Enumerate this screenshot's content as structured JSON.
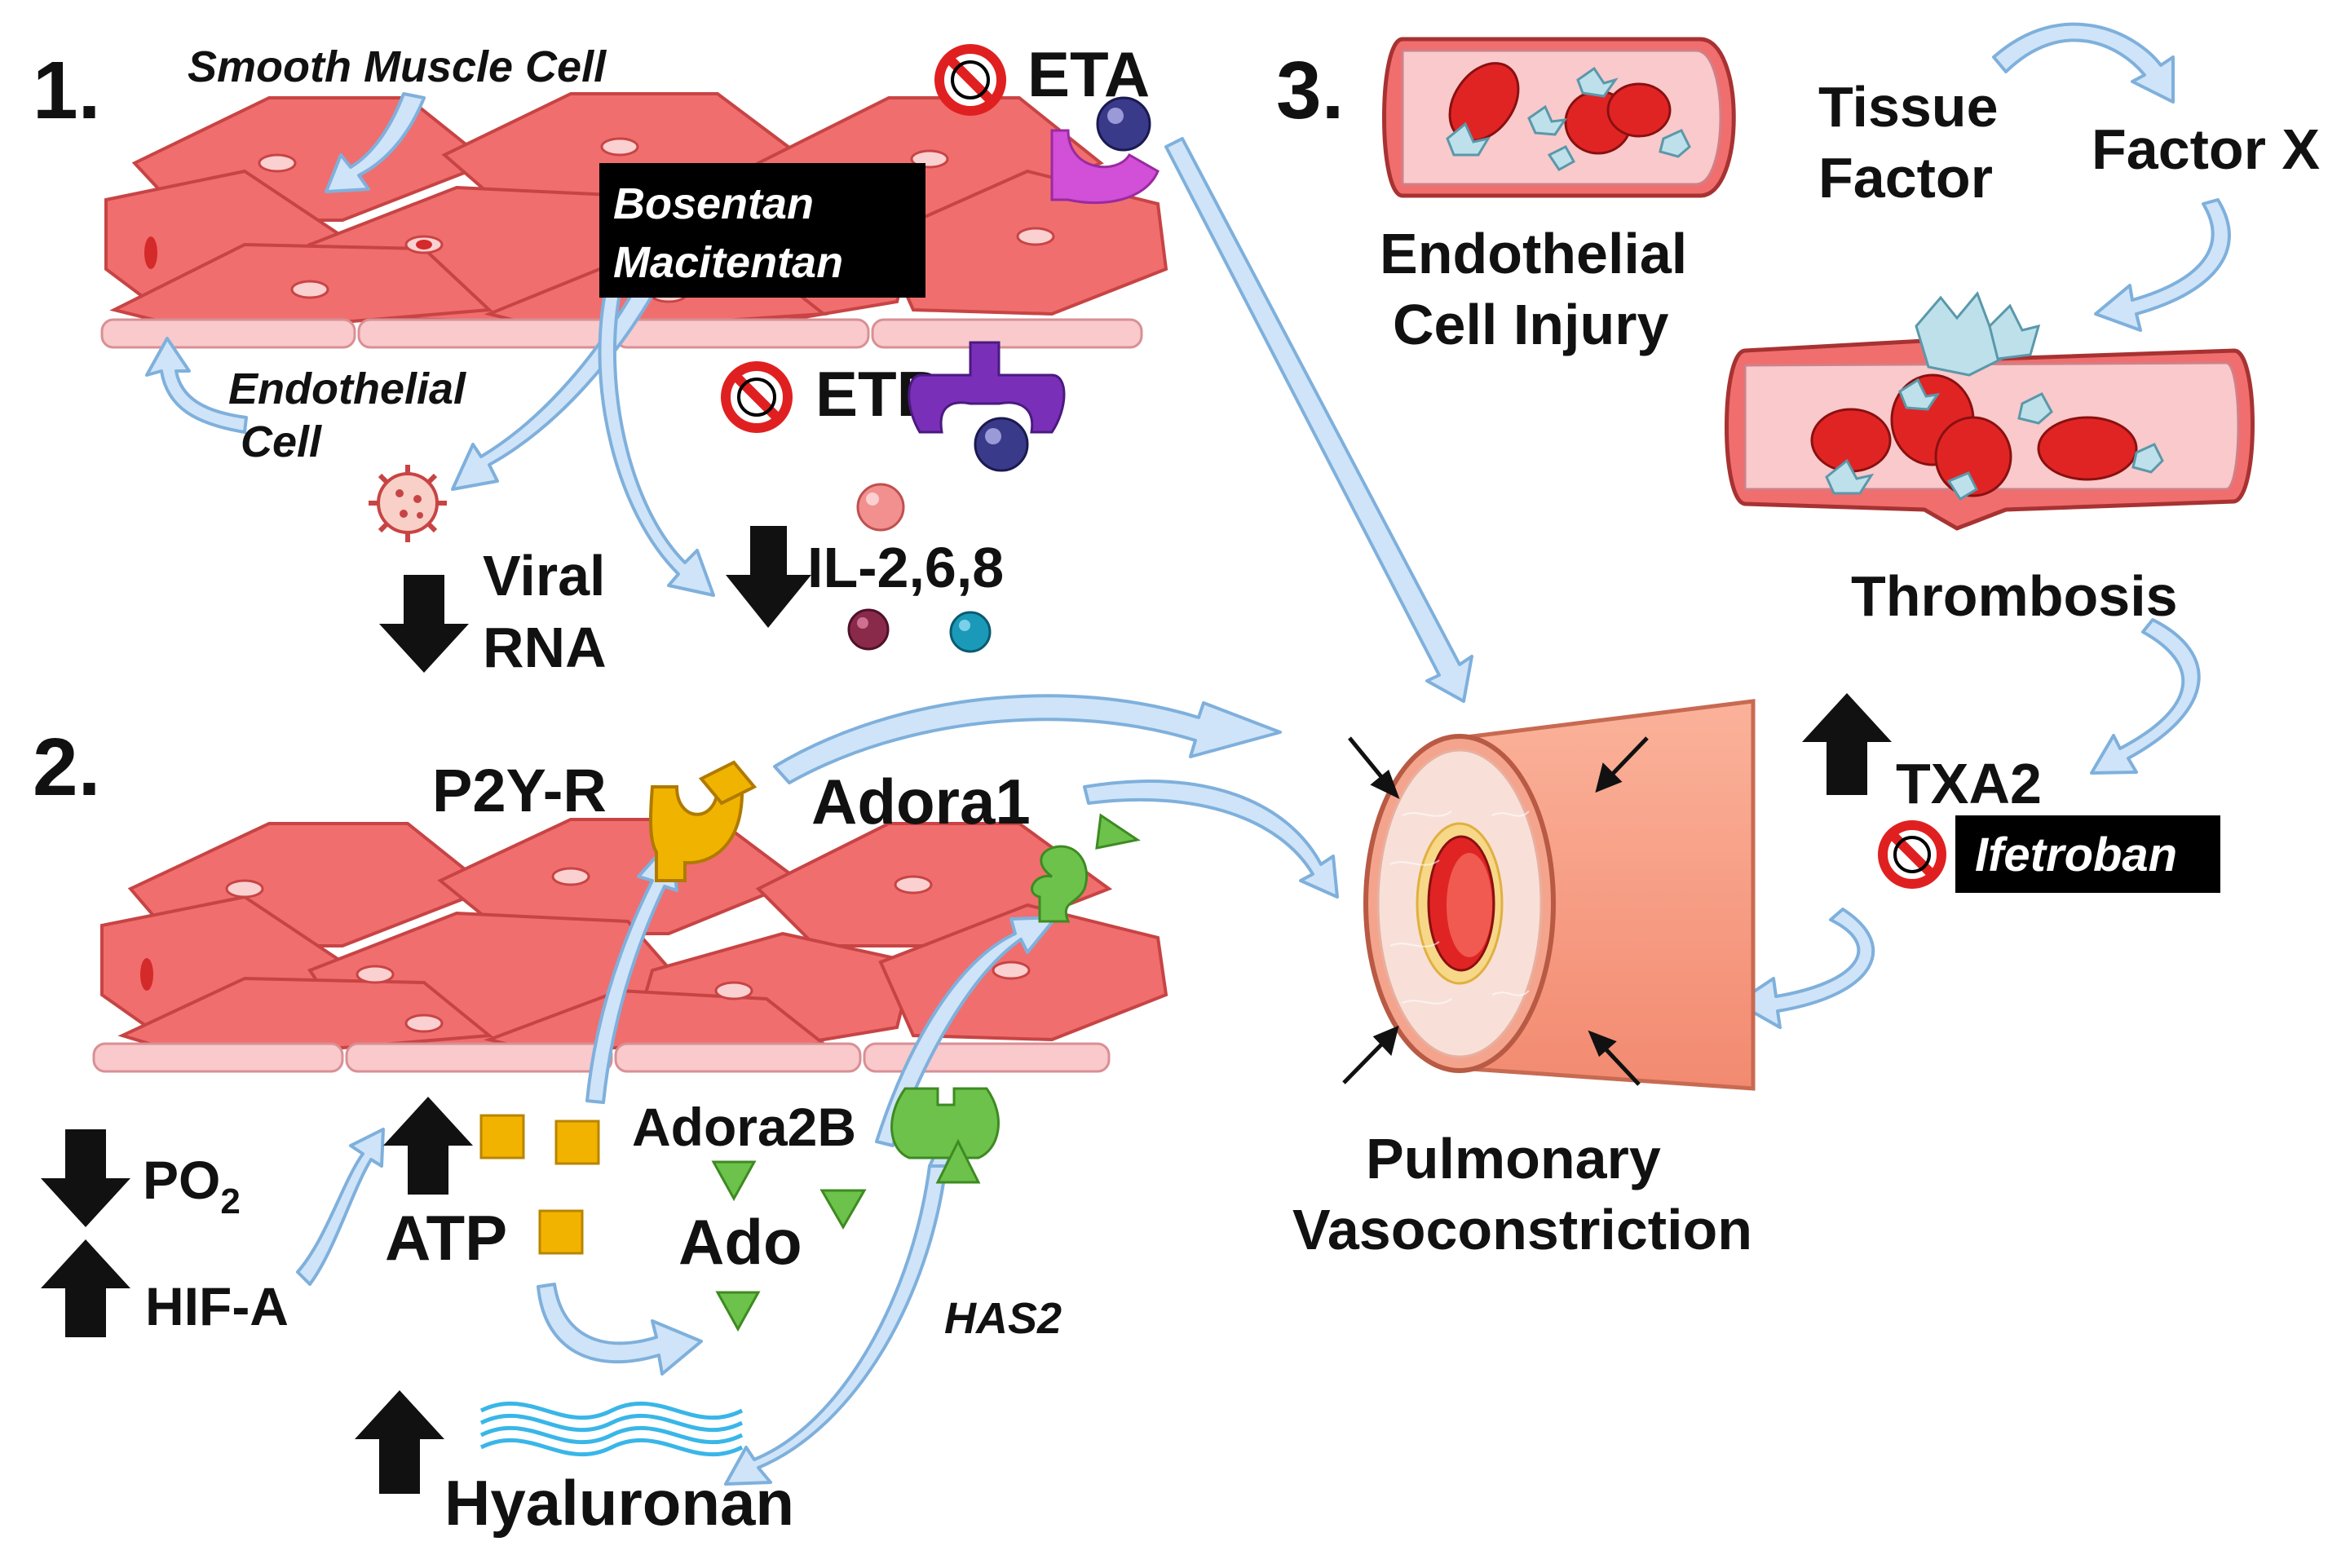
{
  "panel1": {
    "number": "1.",
    "smooth_muscle_cell": "Smooth Muscle Cell",
    "endothelial_cell_line1": "Endothelial",
    "endothelial_cell_line2": "Cell",
    "drug_line1": "Bosentan",
    "drug_line2": "Macitentan",
    "eta": "ETA",
    "etb": "ETB",
    "viral_line1": "Viral",
    "viral_line2": "RNA",
    "interleukins": "IL-2,6,8"
  },
  "panel2": {
    "number": "2.",
    "p2y": "P2Y-R",
    "adora1": "Adora1",
    "adora2b": "Adora2B",
    "po2": "PO",
    "po2_sub": "2",
    "hif": "HIF-A",
    "atp": "ATP",
    "ado": "Ado",
    "has2": "HAS2",
    "hyaluronan": "Hyaluronan"
  },
  "panel3": {
    "number": "3.",
    "injury_line1": "Endothelial",
    "injury_line2": "Cell Injury",
    "tissue_line1": "Tissue",
    "tissue_line2": "Factor",
    "factor_x": "Factor X",
    "thrombosis": "Thrombosis",
    "txa2": "TXA2",
    "ifetroban": "Ifetroban"
  },
  "center": {
    "line1": "Pulmonary",
    "line2": "Vasoconstriction"
  },
  "colors": {
    "smooth_muscle": "#f06e6e",
    "endothelium": "#f9c9cb",
    "arrow_blue": "#cfe4f8",
    "arrow_blue_stroke": "#7fb0dc",
    "atp_square": "#f2b300",
    "adenosine": "#6cc24a",
    "eta_receptor": "#d24fd8",
    "etb_receptor": "#7a2fb8",
    "p2y_receptor": "#f0b400",
    "inhibitor_red": "#e02020",
    "vessel": "#f8a088"
  }
}
